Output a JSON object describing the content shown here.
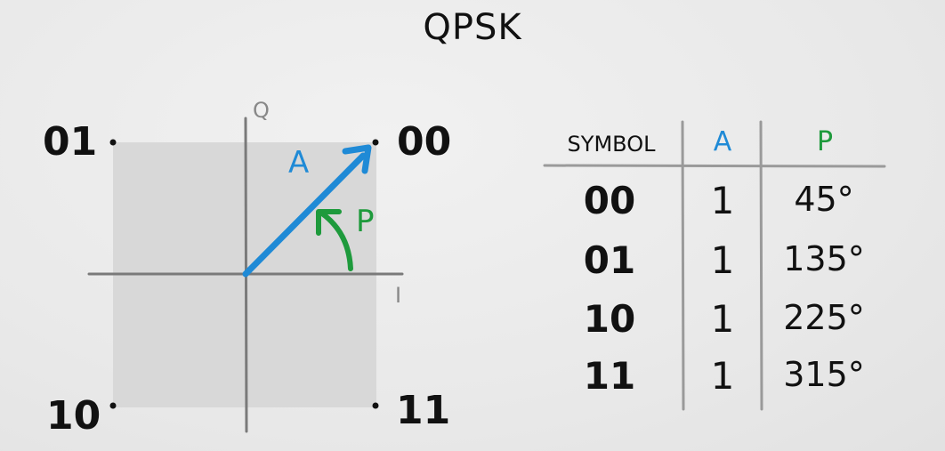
{
  "title": "QPSK",
  "colors": {
    "amplitude": "#1f8ad6",
    "phase": "#1e9a3c",
    "quadrant": "#d8d8d8",
    "axis": "#7a7a7a"
  },
  "constellation": {
    "axis_q_label": "Q",
    "axis_i_label": "I",
    "points": [
      {
        "symbol": "00",
        "quadrant": "top-right"
      },
      {
        "symbol": "01",
        "quadrant": "top-left"
      },
      {
        "symbol": "10",
        "quadrant": "bottom-left"
      },
      {
        "symbol": "11",
        "quadrant": "bottom-right"
      }
    ],
    "vector_label": "A",
    "angle_label": "P"
  },
  "table": {
    "headers": [
      "SYMBOL",
      "A",
      "P"
    ],
    "rows": [
      [
        "00",
        "1",
        "45°"
      ],
      [
        "01",
        "1",
        "135°"
      ],
      [
        "10",
        "1",
        "225°"
      ],
      [
        "11",
        "1",
        "315°"
      ]
    ]
  }
}
